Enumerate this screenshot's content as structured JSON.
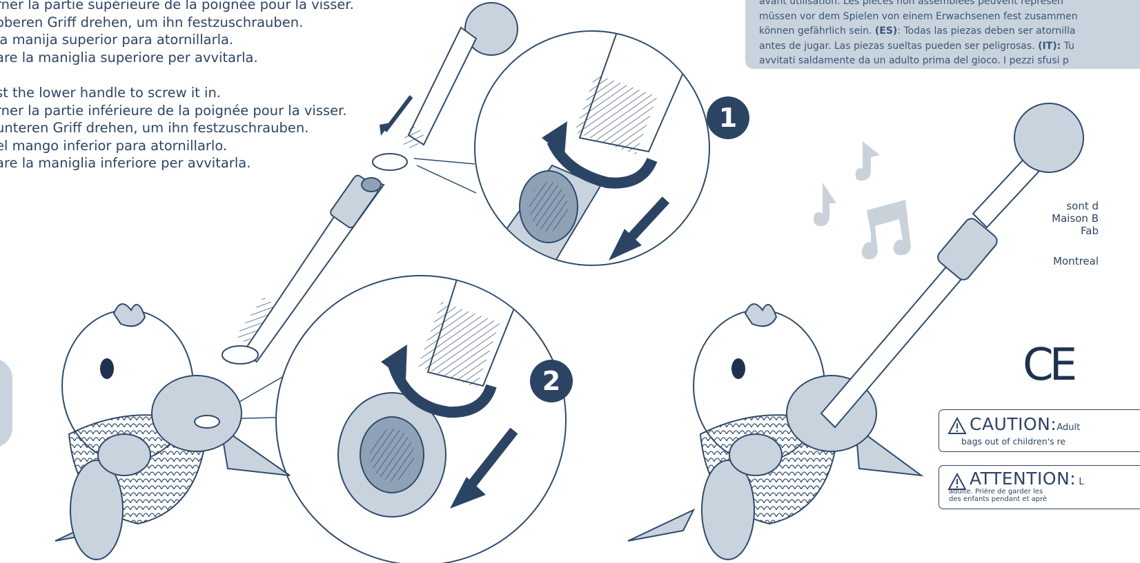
{
  "instructions": {
    "upper": [
      "rner la partie supérieure de la poignée pour la visser.",
      " oberen Griff drehen, um ihn festzuschrauben.",
      " la manija superior para atornillarla.",
      "are la maniglia superiore per avvitarla."
    ],
    "lower": [
      "st the lower handle to screw it in.",
      "rner la partie inférieure de la poignée pour la visser.",
      " unteren Griff drehen, um ihn festzuschrauben.",
      " el mango inferior para atornillarlo.",
      "are la maniglia inferiore per avvitarla."
    ]
  },
  "safety_notice": {
    "line1": "avant utilisation. Les pièces non assemblées peuvent représen",
    "line2": "müssen vor dem Spielen von einem Erwachsenen fest zusammen",
    "line3_a": "können gefährlich sein. ",
    "line3_es": "(ES)",
    "line3_b": ": Todas las piezas deben ser atornilla",
    "line4_a": "antes de jugar. Las piezas sueltas pueden ser peligrosas. ",
    "line4_it": "(IT):",
    "line4_b": " Tu",
    "line5": "avvitati saldamente da un adulto prima del gioco. I pezzi sfusi p"
  },
  "steps": {
    "one": "1",
    "two": "2"
  },
  "manufacturer": {
    "line1": "sont d",
    "line2": "Maison B",
    "line3": "Fab",
    "line4": "Montreal"
  },
  "ce_mark": "CE",
  "caution": {
    "heading": "CAUTION:",
    "heading_tail": "Adult",
    "body": "bags out of children's re"
  },
  "attention": {
    "heading": "ATTENTION:",
    "heading_tail": " L",
    "body1": "adulte. Prière de garder les",
    "body2": "des enfants pendant et aprè"
  },
  "colors": {
    "navy": "#2c4464",
    "light_panel": "#c9d3de",
    "outline": "#2e4a6b",
    "note_gray": "#c9d1da"
  },
  "icons": [
    "rotate-arrow-icon",
    "down-left-arrow-icon",
    "music-note-icon",
    "warning-triangle-icon"
  ]
}
